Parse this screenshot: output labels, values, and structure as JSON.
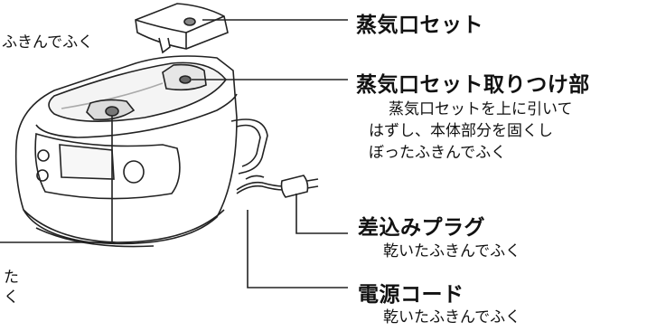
{
  "labels": {
    "steam_vent_set": {
      "title": "蒸気口セット"
    },
    "steam_vent_mount": {
      "title": "蒸気口セット取りつけ部",
      "description_lines": [
        "蒸気口セットを上に引いて",
        "はずし、本体部分を固くし",
        "ぼったふきんでふく"
      ]
    },
    "power_plug": {
      "title": "差込みプラグ",
      "description": "乾いたふきんでふく"
    },
    "power_cord": {
      "title": "電源コード",
      "description": "乾いたふきんでふく"
    }
  },
  "cropped_left_text": {
    "top_line": "ふきんでふく",
    "bottom_lines": [
      "た",
      "く"
    ]
  },
  "icons": [
    "rice-cooker-illustration",
    "steam-vent-cap-illustration",
    "plug-illustration"
  ]
}
